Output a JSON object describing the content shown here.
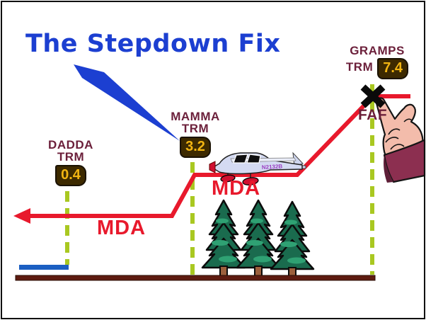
{
  "slide": {
    "title": "The Stepdown Fix",
    "mda_label_left": "MDA",
    "mda_label_center": "MDA",
    "faf_label": "FAF"
  },
  "fixes": {
    "dadda": {
      "name": "DADDA",
      "dme_source": "TRM",
      "dme_value": "0.4"
    },
    "mamma": {
      "name": "MAMMA",
      "dme_source": "TRM",
      "dme_value": "3.2"
    },
    "gramps": {
      "name": "GRAMPS",
      "dme_source": "TRM",
      "dme_value": "7.4"
    }
  },
  "aircraft": {
    "registration": "N2132B"
  },
  "icons": {
    "callout_pointer": "callout-wedge",
    "fix_marker": "x-cross",
    "hand": "pointing-hand"
  },
  "colors": {
    "title_blue": "#1c3fd1",
    "path_red": "#e8192c",
    "fix_line_green": "#a9c821",
    "label_maroon": "#6b1f3a",
    "dme_box_brown": "#3d2a00",
    "dme_value_gold": "#f2b512",
    "ground_brown": "#5e1b10",
    "runway_blue": "#1b5fc2",
    "skin_pink": "#f3bcab",
    "sleeve_maroon": "#8c2f50"
  }
}
